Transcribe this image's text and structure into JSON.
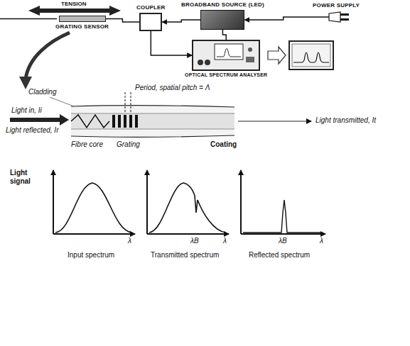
{
  "diagram": {
    "nodes": [
      {
        "text": [
          "GRATING SENSOR"
        ]
      },
      {
        "text": [
          "COUPLER"
        ]
      },
      {
        "text": [
          "BROADBAND SOURCE (LED)"
        ]
      },
      {
        "text": [
          "POWER SUPPLY"
        ]
      },
      {
        "text": [
          "OPTICAL SPECTRUM ANALYSER"
        ]
      }
    ],
    "edges": [
      {
        "from": 0,
        "to": 1,
        "arrow": "none"
      },
      {
        "from": 2,
        "to": 1,
        "arrow": "to"
      },
      {
        "from": 3,
        "to": 2,
        "arrow": "to"
      },
      {
        "from": 1,
        "to": 4,
        "arrow": "to"
      },
      {
        "from": 2,
        "to": 4,
        "arrow": "none"
      }
    ],
    "labels": [
      "TENSION",
      "Cladding",
      "Period, spatial pitch = Λ",
      "Light in, Ii",
      "Light reflected, Ir",
      "Fibre core",
      "Grating",
      "Coating",
      "Light transmitted, It",
      "Light signal",
      "λ",
      "λB",
      "λ",
      "λB",
      "λ",
      "Input spectrum",
      "Transmitted spectrum",
      "Reflected spectrum"
    ]
  }
}
